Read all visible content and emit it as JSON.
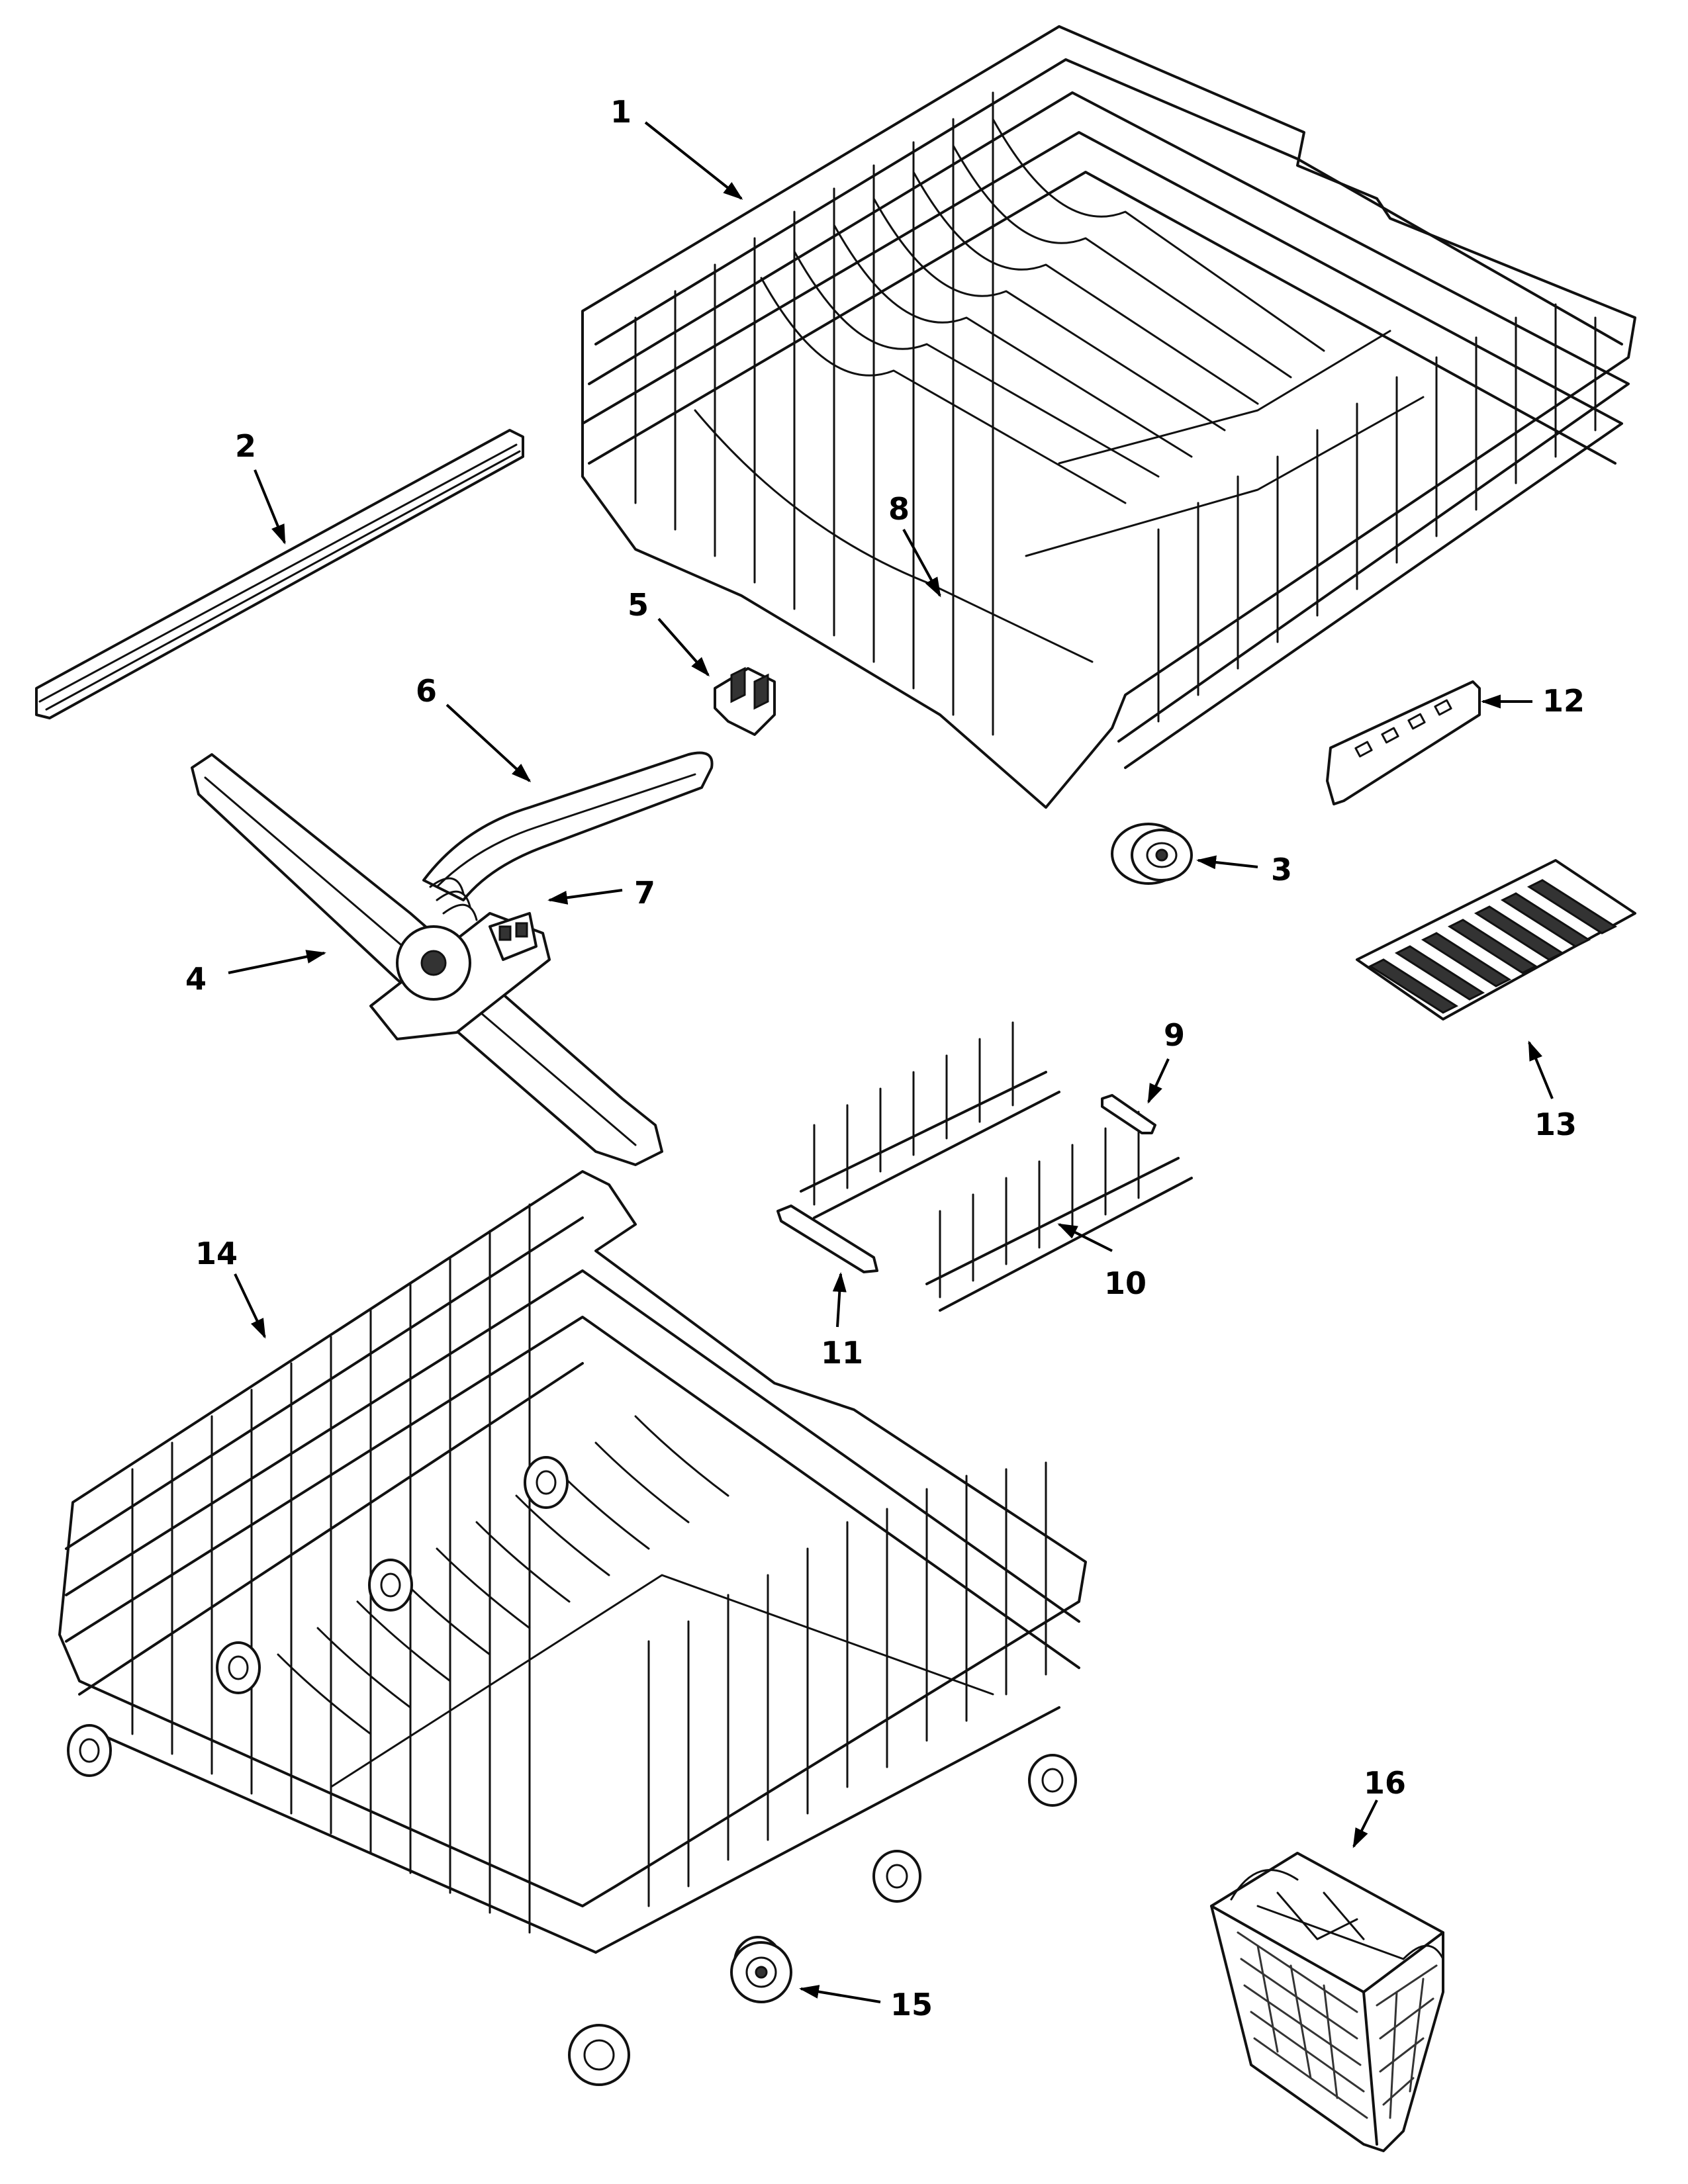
{
  "callouts": [
    {
      "id": "part-1",
      "label": "1"
    },
    {
      "id": "part-2",
      "label": "2"
    },
    {
      "id": "part-3",
      "label": "3"
    },
    {
      "id": "part-4",
      "label": "4"
    },
    {
      "id": "part-5",
      "label": "5"
    },
    {
      "id": "part-6",
      "label": "6"
    },
    {
      "id": "part-7",
      "label": "7"
    },
    {
      "id": "part-8",
      "label": "8"
    },
    {
      "id": "part-9",
      "label": "9"
    },
    {
      "id": "part-10",
      "label": "10"
    },
    {
      "id": "part-11",
      "label": "11"
    },
    {
      "id": "part-12",
      "label": "12"
    },
    {
      "id": "part-13",
      "label": "13"
    },
    {
      "id": "part-14",
      "label": "14"
    },
    {
      "id": "part-15",
      "label": "15"
    },
    {
      "id": "part-16",
      "label": "16"
    }
  ],
  "colors": {
    "line": "#111111",
    "background": "#ffffff"
  }
}
